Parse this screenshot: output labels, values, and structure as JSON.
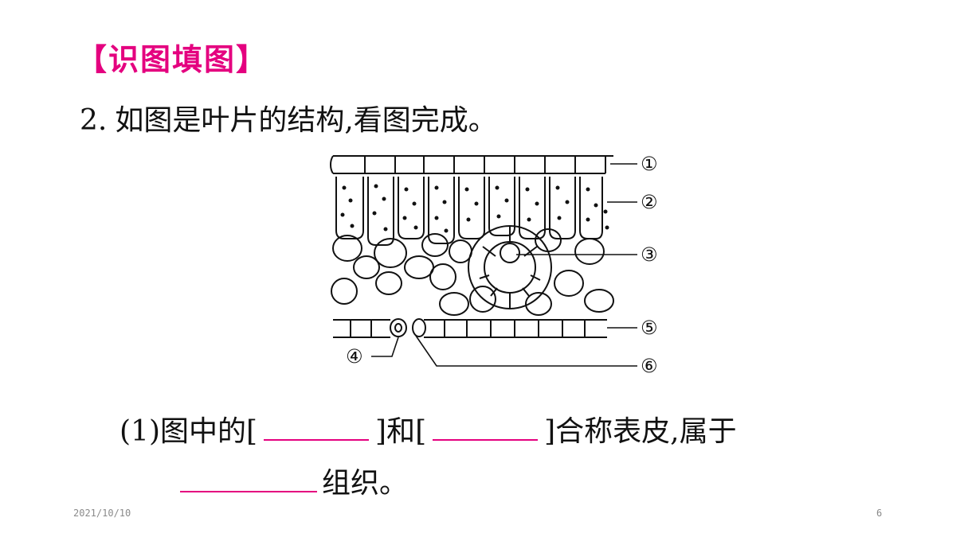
{
  "header": {
    "title": "【识图填图】"
  },
  "question": {
    "number": "2.",
    "text": "如图是叶片的结构,看图完成。"
  },
  "diagram": {
    "labels": [
      "①",
      "②",
      "③",
      "④",
      "⑤",
      "⑥"
    ]
  },
  "subquestion": {
    "part1_a": "(1)图中的[",
    "part1_b": "]和[",
    "part1_c": "]合称表皮,属于",
    "part2": "组织。"
  },
  "footer": {
    "date": "2021/10/10",
    "page": "6"
  },
  "colors": {
    "accent": "#e4007f"
  }
}
